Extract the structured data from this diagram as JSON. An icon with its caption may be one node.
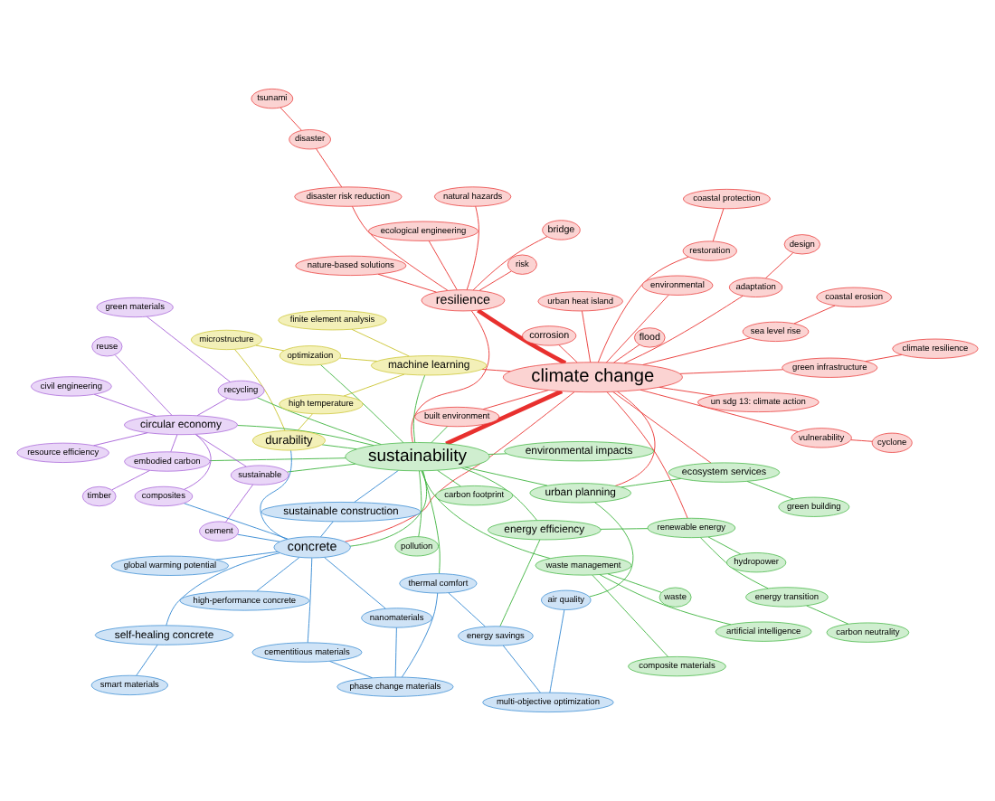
{
  "diagram": {
    "nodes": [
      {
        "text": [
          "tsunami"
        ]
      },
      {
        "text": [
          "disaster"
        ]
      },
      {
        "text": [
          "disaster risk reduction"
        ]
      },
      {
        "text": [
          "ecological engineering"
        ]
      },
      {
        "text": [
          "nature-based solutions"
        ]
      },
      {
        "text": [
          "natural hazards"
        ]
      },
      {
        "text": [
          "vulnerability"
        ]
      },
      {
        "text": [
          "cyclone"
        ]
      },
      {
        "text": [
          "risk"
        ]
      },
      {
        "text": [
          "un sdg 13: climate action"
        ]
      },
      {
        "text": [
          "bridge"
        ]
      },
      {
        "text": [
          "flood"
        ]
      },
      {
        "text": [
          "restoration"
        ]
      },
      {
        "text": [
          "coastal protection"
        ]
      },
      {
        "text": [
          "corrosion"
        ]
      },
      {
        "text": [
          "adaptation"
        ]
      },
      {
        "text": [
          "design"
        ]
      },
      {
        "text": [
          "sea level rise"
        ]
      },
      {
        "text": [
          "coastal erosion"
        ]
      },
      {
        "text": [
          "resilience"
        ]
      },
      {
        "text": [
          "climate change"
        ]
      },
      {
        "text": [
          "urban heat island"
        ]
      },
      {
        "text": [
          "climate resilience"
        ]
      },
      {
        "text": [
          "green infrastructure"
        ]
      },
      {
        "text": [
          "environmental"
        ]
      },
      {
        "text": [
          "built environment"
        ]
      },
      {
        "text": [
          "finite element analysis"
        ]
      },
      {
        "text": [
          "machine learning"
        ]
      },
      {
        "text": [
          "high temperature"
        ]
      },
      {
        "text": [
          "microstructure"
        ]
      },
      {
        "text": [
          "optimization"
        ]
      },
      {
        "text": [
          "durability"
        ]
      },
      {
        "text": [
          "hydropower"
        ]
      },
      {
        "text": [
          "energy transition"
        ]
      },
      {
        "text": [
          "carbon neutrality"
        ]
      },
      {
        "text": [
          "renewable energy"
        ]
      },
      {
        "text": [
          "energy efficiency"
        ]
      },
      {
        "text": [
          "composite materials"
        ]
      },
      {
        "text": [
          "waste"
        ]
      },
      {
        "text": [
          "carbon footprint"
        ]
      },
      {
        "text": [
          "waste management"
        ]
      },
      {
        "text": [
          "artificial intelligence"
        ]
      },
      {
        "text": [
          "environmental impacts"
        ]
      },
      {
        "text": [
          "sustainability"
        ]
      },
      {
        "text": [
          "pollution"
        ]
      },
      {
        "text": [
          "urban planning"
        ]
      },
      {
        "text": [
          "green building"
        ]
      },
      {
        "text": [
          "ecosystem services"
        ]
      },
      {
        "text": [
          "civil engineering"
        ]
      },
      {
        "text": [
          "circular economy"
        ]
      },
      {
        "text": [
          "embodied carbon"
        ]
      },
      {
        "text": [
          "timber"
        ]
      },
      {
        "text": [
          "composites"
        ]
      },
      {
        "text": [
          "sustainable"
        ]
      },
      {
        "text": [
          "cement"
        ]
      },
      {
        "text": [
          "reuse"
        ]
      },
      {
        "text": [
          "resource efficiency"
        ]
      },
      {
        "text": [
          "recycling"
        ]
      },
      {
        "text": [
          "green materials"
        ]
      },
      {
        "text": [
          "concrete"
        ]
      },
      {
        "text": [
          "high-performance concrete"
        ]
      },
      {
        "text": [
          "global warming potential"
        ]
      },
      {
        "text": [
          "sustainable construction"
        ]
      },
      {
        "text": [
          "nanomaterials"
        ]
      },
      {
        "text": [
          "phase change materials"
        ]
      },
      {
        "text": [
          "self-healing concrete"
        ]
      },
      {
        "text": [
          "smart materials"
        ]
      },
      {
        "text": [
          "cementitious materials"
        ]
      },
      {
        "text": [
          "thermal comfort"
        ]
      },
      {
        "text": [
          "multi-objective optimization"
        ]
      },
      {
        "text": [
          "energy savings"
        ]
      },
      {
        "text": [
          "air quality"
        ]
      }
    ],
    "edges": [
      {
        "from": 20,
        "to": 19,
        "arrow": "none",
        "style": "thick"
      },
      {
        "from": 20,
        "to": 43,
        "arrow": "none",
        "style": "thick"
      },
      {
        "from": 20,
        "to": 15,
        "arrow": "none"
      },
      {
        "from": 20,
        "to": 6,
        "arrow": "none"
      },
      {
        "from": 20,
        "to": 11,
        "arrow": "none"
      },
      {
        "from": 20,
        "to": 14,
        "arrow": "none"
      },
      {
        "from": 20,
        "to": 9,
        "arrow": "none"
      },
      {
        "from": 20,
        "to": 45,
        "arrow": "none"
      },
      {
        "from": 20,
        "to": 17,
        "arrow": "none"
      },
      {
        "from": 20,
        "to": 21,
        "arrow": "none"
      },
      {
        "from": 20,
        "to": 23,
        "arrow": "none"
      },
      {
        "from": 20,
        "to": 12,
        "arrow": "none"
      },
      {
        "from": 19,
        "to": 2,
        "arrow": "none"
      },
      {
        "from": 19,
        "to": 4,
        "arrow": "none"
      },
      {
        "from": 19,
        "to": 5,
        "arrow": "none"
      },
      {
        "from": 19,
        "to": 10,
        "arrow": "none"
      },
      {
        "from": 19,
        "to": 8,
        "arrow": "none"
      },
      {
        "from": 19,
        "to": 3,
        "arrow": "none"
      },
      {
        "from": 19,
        "to": 43,
        "arrow": "none"
      },
      {
        "from": 2,
        "to": 1,
        "arrow": "none"
      },
      {
        "from": 1,
        "to": 0,
        "arrow": "none"
      },
      {
        "from": 6,
        "to": 7,
        "arrow": "none"
      },
      {
        "from": 15,
        "to": 16,
        "arrow": "none"
      },
      {
        "from": 17,
        "to": 18,
        "arrow": "none"
      },
      {
        "from": 12,
        "to": 13,
        "arrow": "none"
      },
      {
        "from": 23,
        "to": 22,
        "arrow": "none"
      },
      {
        "from": 20,
        "to": 24,
        "arrow": "none"
      },
      {
        "from": 43,
        "to": 25,
        "arrow": "none",
        "color": "#3bb33b"
      },
      {
        "from": 27,
        "to": 26,
        "arrow": "none",
        "color": "#c9c22a"
      },
      {
        "from": 27,
        "to": 30,
        "arrow": "none",
        "color": "#c9c22a"
      },
      {
        "from": 27,
        "to": 28,
        "arrow": "none",
        "color": "#c9c22a"
      },
      {
        "from": 30,
        "to": 29,
        "arrow": "none",
        "color": "#c9c22a"
      },
      {
        "from": 43,
        "to": 31,
        "arrow": "none",
        "color": "#3bb33b"
      },
      {
        "from": 43,
        "to": 36,
        "arrow": "none",
        "color": "#3bb33b"
      },
      {
        "from": 36,
        "to": 35,
        "arrow": "none",
        "color": "#3bb33b"
      },
      {
        "from": 35,
        "to": 33,
        "arrow": "none",
        "color": "#3bb33b"
      },
      {
        "from": 33,
        "to": 34,
        "arrow": "none",
        "color": "#3bb33b"
      },
      {
        "from": 35,
        "to": 32,
        "arrow": "none",
        "color": "#3bb33b"
      },
      {
        "from": 43,
        "to": 39,
        "arrow": "none",
        "color": "#3bb33b"
      },
      {
        "from": 43,
        "to": 42,
        "arrow": "none",
        "color": "#3bb33b"
      },
      {
        "from": 43,
        "to": 44,
        "arrow": "none",
        "color": "#3bb33b"
      },
      {
        "from": 43,
        "to": 45,
        "arrow": "none",
        "color": "#3bb33b"
      },
      {
        "from": 45,
        "to": 47,
        "arrow": "none",
        "color": "#3bb33b"
      },
      {
        "from": 47,
        "to": 46,
        "arrow": "none",
        "color": "#3bb33b"
      },
      {
        "from": 40,
        "to": 38,
        "arrow": "none",
        "color": "#3bb33b"
      },
      {
        "from": 40,
        "to": 37,
        "arrow": "none",
        "color": "#3bb33b"
      },
      {
        "from": 40,
        "to": 41,
        "arrow": "none",
        "color": "#3bb33b"
      },
      {
        "from": 43,
        "to": 40,
        "arrow": "none",
        "color": "#3bb33b"
      },
      {
        "from": 43,
        "to": 49,
        "arrow": "none",
        "color": "#3bb33b"
      },
      {
        "from": 49,
        "to": 48,
        "arrow": "none",
        "color": "#a45dd6"
      },
      {
        "from": 49,
        "to": 50,
        "arrow": "none",
        "color": "#a45dd6"
      },
      {
        "from": 50,
        "to": 51,
        "arrow": "none",
        "color": "#a45dd6"
      },
      {
        "from": 49,
        "to": 52,
        "arrow": "none",
        "color": "#a45dd6"
      },
      {
        "from": 49,
        "to": 53,
        "arrow": "none",
        "color": "#a45dd6"
      },
      {
        "from": 53,
        "to": 54,
        "arrow": "none",
        "color": "#a45dd6"
      },
      {
        "from": 49,
        "to": 55,
        "arrow": "none",
        "color": "#a45dd6"
      },
      {
        "from": 49,
        "to": 56,
        "arrow": "none",
        "color": "#a45dd6"
      },
      {
        "from": 49,
        "to": 57,
        "arrow": "none",
        "color": "#a45dd6"
      },
      {
        "from": 57,
        "to": 58,
        "arrow": "none",
        "color": "#a45dd6"
      },
      {
        "from": 43,
        "to": 59,
        "arrow": "none",
        "color": "#3bb33b"
      },
      {
        "from": 59,
        "to": 31,
        "arrow": "none",
        "color": "#2f86d1"
      },
      {
        "from": 59,
        "to": 62,
        "arrow": "none",
        "color": "#2f86d1"
      },
      {
        "from": 59,
        "to": 60,
        "arrow": "none",
        "color": "#2f86d1"
      },
      {
        "from": 59,
        "to": 61,
        "arrow": "none",
        "color": "#2f86d1"
      },
      {
        "from": 59,
        "to": 65,
        "arrow": "none",
        "color": "#2f86d1"
      },
      {
        "from": 59,
        "to": 63,
        "arrow": "none",
        "color": "#2f86d1"
      },
      {
        "from": 65,
        "to": 66,
        "arrow": "none",
        "color": "#2f86d1"
      },
      {
        "from": 63,
        "to": 64,
        "arrow": "none",
        "color": "#2f86d1"
      },
      {
        "from": 64,
        "to": 67,
        "arrow": "none",
        "color": "#2f86d1"
      },
      {
        "from": 64,
        "to": 68,
        "arrow": "none",
        "color": "#2f86d1"
      },
      {
        "from": 68,
        "to": 70,
        "arrow": "none",
        "color": "#2f86d1"
      },
      {
        "from": 70,
        "to": 69,
        "arrow": "none",
        "color": "#2f86d1"
      },
      {
        "from": 69,
        "to": 71,
        "arrow": "none",
        "color": "#2f86d1"
      },
      {
        "from": 62,
        "to": 43,
        "arrow": "none",
        "color": "#2f86d1"
      },
      {
        "from": 20,
        "to": 59,
        "arrow": "none"
      },
      {
        "from": 20,
        "to": 27,
        "arrow": "none"
      },
      {
        "from": 20,
        "to": 35,
        "arrow": "none"
      },
      {
        "from": 20,
        "to": 47,
        "arrow": "none"
      },
      {
        "from": 20,
        "to": 25,
        "arrow": "none"
      },
      {
        "from": 43,
        "to": 30,
        "arrow": "none",
        "color": "#3bb33b"
      },
      {
        "from": 43,
        "to": 27,
        "arrow": "none",
        "color": "#3bb33b"
      },
      {
        "from": 43,
        "to": 53,
        "arrow": "none",
        "color": "#3bb33b"
      },
      {
        "from": 43,
        "to": 50,
        "arrow": "none",
        "color": "#3bb33b"
      },
      {
        "from": 43,
        "to": 68,
        "arrow": "none",
        "color": "#3bb33b"
      },
      {
        "from": 43,
        "to": 57,
        "arrow": "none",
        "color": "#3bb33b"
      },
      {
        "from": 59,
        "to": 54,
        "arrow": "none",
        "color": "#2f86d1"
      },
      {
        "from": 59,
        "to": 52,
        "arrow": "none",
        "color": "#2f86d1"
      },
      {
        "from": 59,
        "to": 67,
        "arrow": "none",
        "color": "#2f86d1"
      },
      {
        "from": 31,
        "to": 29,
        "arrow": "none",
        "color": "#c9c22a"
      },
      {
        "from": 31,
        "to": 28,
        "arrow": "none",
        "color": "#c9c22a"
      },
      {
        "from": 36,
        "to": 70,
        "arrow": "none",
        "color": "#3bb33b"
      },
      {
        "from": 45,
        "to": 71,
        "arrow": "none",
        "color": "#3bb33b"
      }
    ]
  }
}
